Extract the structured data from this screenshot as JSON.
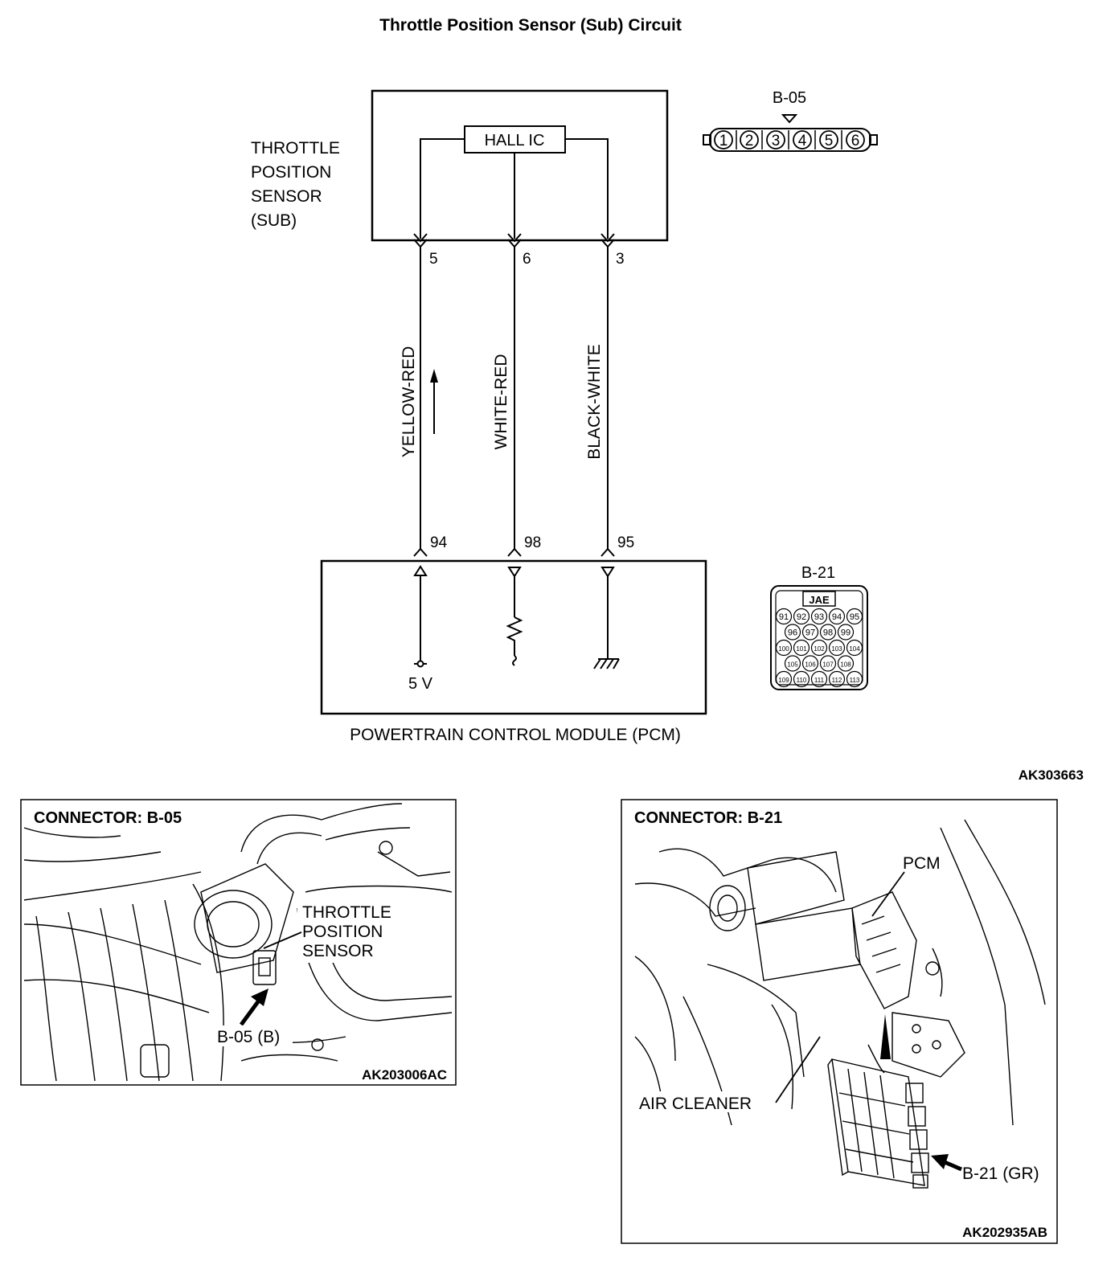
{
  "title": "Throttle Position Sensor (Sub) Circuit",
  "sensor": {
    "label_lines": [
      "THROTTLE",
      "POSITION",
      "SENSOR",
      "(SUB)"
    ],
    "ic_label": "HALL IC"
  },
  "pins_top": [
    "5",
    "6",
    "3"
  ],
  "pins_bottom": [
    "94",
    "98",
    "95"
  ],
  "wires": [
    "YELLOW-RED",
    "WHITE-RED",
    "BLACK-WHITE"
  ],
  "pcm": {
    "label": "POWERTRAIN CONTROL MODULE (PCM)",
    "voltage": "5 V"
  },
  "connector_b05": {
    "id": "B-05",
    "pins": [
      "1",
      "2",
      "3",
      "4",
      "5",
      "6"
    ]
  },
  "connector_b21": {
    "id": "B-21",
    "maker": "JAE",
    "rows": [
      [
        "91",
        "92",
        "93",
        "94",
        "95"
      ],
      [
        "96",
        "97",
        "98",
        "99"
      ],
      [
        "100",
        "101",
        "102",
        "103",
        "104"
      ],
      [
        "105",
        "106",
        "107",
        "108"
      ],
      [
        "109",
        "110",
        "111",
        "112",
        "113"
      ]
    ]
  },
  "diagram_code": "AK303663",
  "photo_left": {
    "title": "CONNECTOR: B-05",
    "label_lines": [
      "THROTTLE",
      "POSITION",
      "SENSOR"
    ],
    "connector_callout": "B-05 (B)",
    "code": "AK203006AC"
  },
  "photo_right": {
    "title": "CONNECTOR: B-21",
    "pcm_label": "PCM",
    "air_cleaner_label": "AIR CLEANER",
    "connector_callout": "B-21 (GR)",
    "code": "AK202935AB"
  }
}
